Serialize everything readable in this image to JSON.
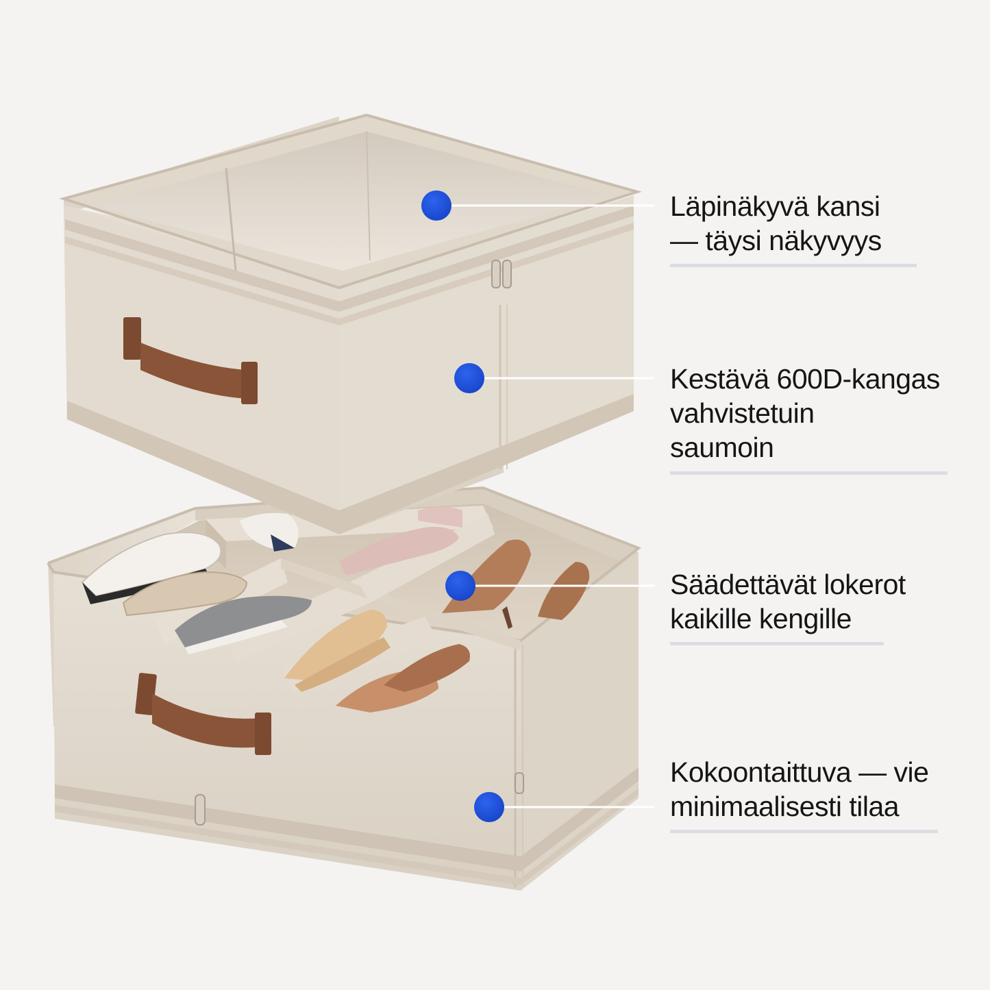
{
  "colors": {
    "background": "#f4f3f1",
    "fabric": "#e4dbcf",
    "fabric_shadow": "#cfc4b5",
    "handle": "#8a5438",
    "marker": "#1d4fd7",
    "leader_line": "#ffffff",
    "text": "#151515",
    "underline": "#dcdce3"
  },
  "callouts": [
    {
      "lines": [
        "Läpinäkyvä kansi",
        "— täysi näkyvyys"
      ],
      "icon": "blue-dot"
    },
    {
      "lines": [
        "Kestävä 600D-kangas",
        "vahvistetuin",
        "saumoin"
      ],
      "icon": "blue-dot"
    },
    {
      "lines": [
        "Säädettävät lokerot",
        "kaikille kengille"
      ],
      "icon": "blue-dot"
    },
    {
      "lines": [
        "Kokoontaittuva — vie",
        "minimaalisesti tilaa"
      ],
      "icon": "blue-dot"
    }
  ]
}
